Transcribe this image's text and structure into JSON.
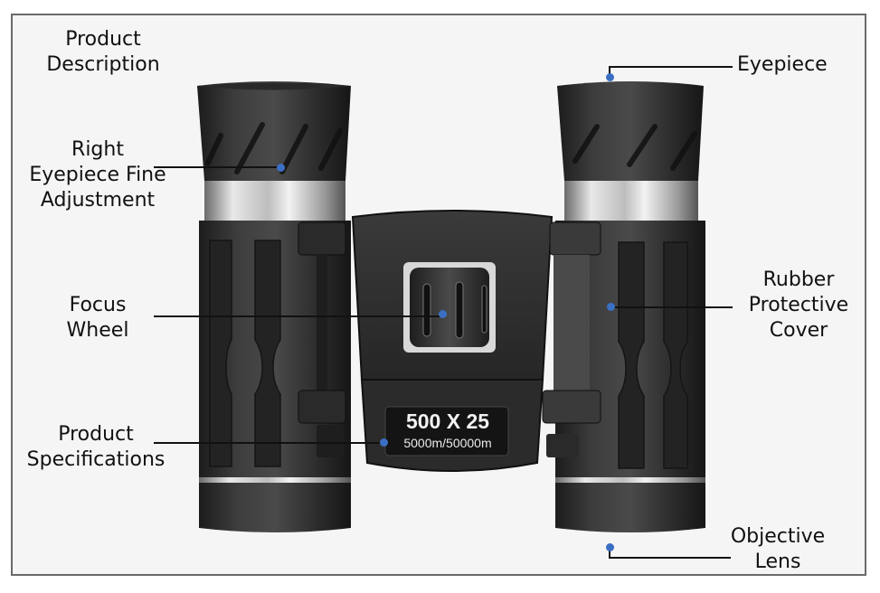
{
  "diagram": {
    "subject": "Compact binoculars",
    "title": "Product Description",
    "accent_color": "#3a6fc4",
    "labels": [
      {
        "id": "eyepiece",
        "text": "Eyepiece"
      },
      {
        "id": "right-eyepiece-fine-adjustment",
        "text": "Right Eyepiece Fine Adjustment",
        "lines": [
          "Right",
          "Eyepiece Fine",
          "Adjustment"
        ]
      },
      {
        "id": "focus-wheel",
        "text": "Focus Wheel",
        "lines": [
          "Focus",
          "Wheel"
        ]
      },
      {
        "id": "rubber-protective-cover",
        "text": "Rubber Protective Cover",
        "lines": [
          "Rubber",
          "Protective",
          "Cover"
        ]
      },
      {
        "id": "product-specifications",
        "text": "Product Specifications",
        "lines": [
          "Product",
          "Specifications"
        ]
      },
      {
        "id": "objective-lens",
        "text": "Objective Lens",
        "lines": [
          "Objective",
          "Lens"
        ]
      }
    ],
    "title_lines": [
      "Product",
      "Description"
    ],
    "spec_plate": {
      "magnification": "500 X 25",
      "range": "5000m/50000m"
    }
  }
}
